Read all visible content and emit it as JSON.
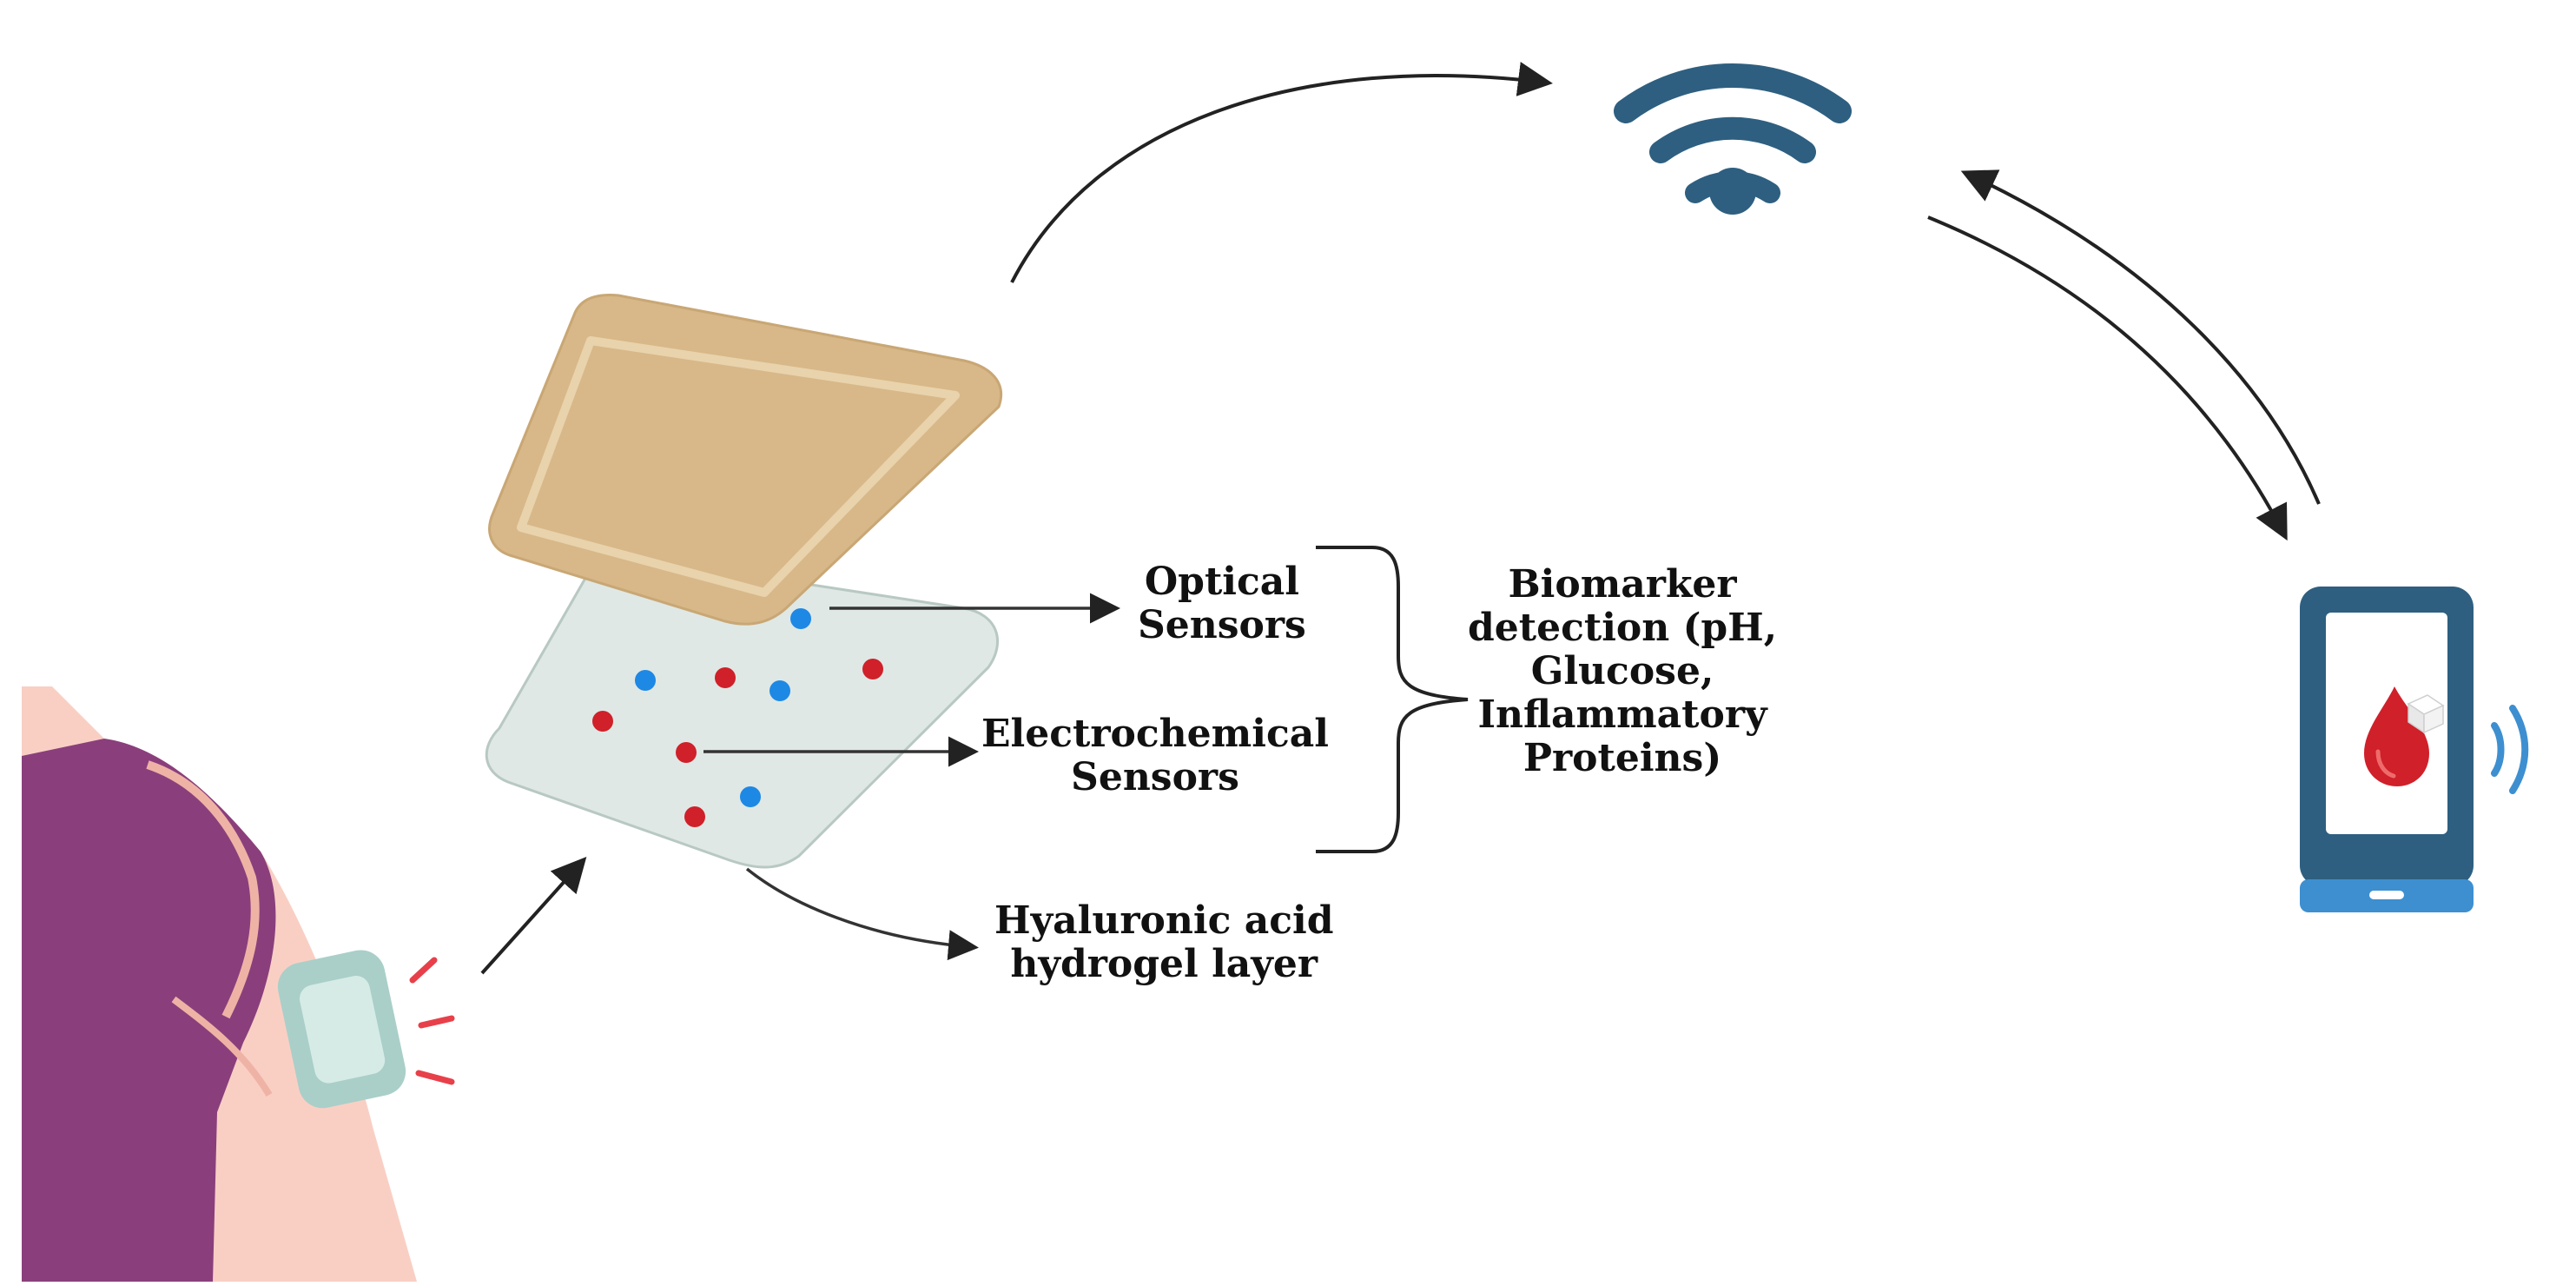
{
  "labels": {
    "optical": [
      "Optical",
      "Sensors"
    ],
    "electrochemical": [
      "Electrochemical",
      "Sensors"
    ],
    "hydrogel": [
      "Hyaluronic acid",
      "hydrogel layer"
    ],
    "biomarker": [
      "Biomarker",
      "detection (pH,",
      "Glucose,",
      "Inflammatory",
      "Proteins)"
    ]
  },
  "icons": {
    "wifi": "wifi-icon",
    "phone": "smartphone-icon",
    "blood_drop": "blood-drop-icon",
    "sugar_cube": "sugar-cube-icon",
    "patch": "skin-patch-icon",
    "arm": "arm-shoulder-icon"
  },
  "colors": {
    "patch_top": "#d8b888",
    "hydrogel": "#dfe8e4",
    "optical_dot": "#1e88e5",
    "electrochemical_dot": "#d0202a",
    "wifi": "#2e5f80",
    "phone_frame": "#2e5f80",
    "phone_base": "#3d8fd0",
    "shirt": "#8a3f7c",
    "skin": "#f9cfc4",
    "arm_patch": "#a9cfc8"
  }
}
